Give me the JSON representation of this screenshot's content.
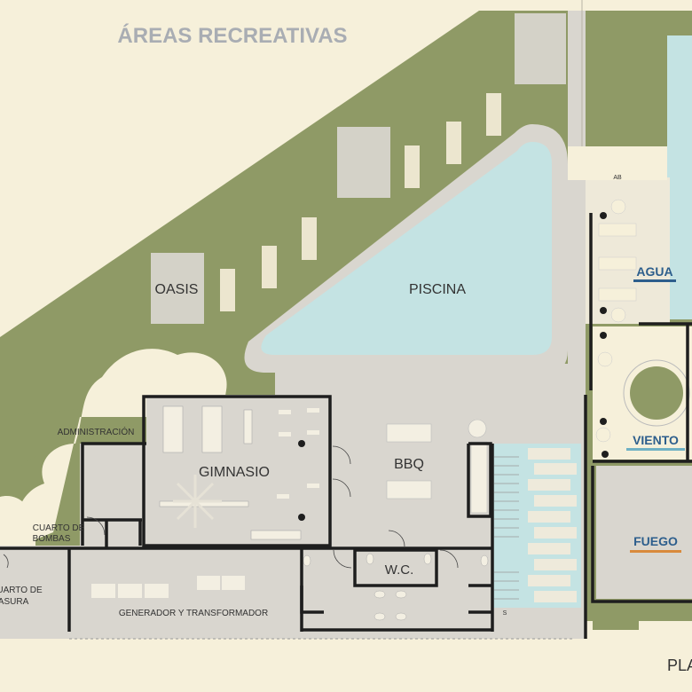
{
  "title": "ÁREAS RECREATIVAS",
  "rooms": {
    "oasis": "OASIS",
    "piscina": "PISCINA",
    "agua": "AGUA",
    "viento": "VIENTO",
    "fuego": "FUEGO",
    "administracion": "ADMINISTRACIÓN",
    "gimnasio": "GIMNASIO",
    "bbq": "BBQ",
    "wc": "W.C.",
    "cuarto_bombas_line1": "CUARTO DE",
    "cuarto_bombas_line2": "BOMBAS",
    "cuarto_basura_line1": "UARTO DE",
    "cuarto_basura_line2": "ASURA",
    "generador": "GENERADOR Y TRANSFORMADOR"
  },
  "marks": {
    "ab": "AB",
    "stair_s": "S"
  },
  "footer": {
    "plan_label": "PLA"
  },
  "colors": {
    "background": "#f6f0da",
    "green": "#8f9a66",
    "pool": "#c4e3e3",
    "floor": "#d9d6cf",
    "wall": "#1e1e1e",
    "agua_underline": "#2d5e8c",
    "viento_underline": "#6fb1c4",
    "fuego_underline": "#d98a3c"
  }
}
